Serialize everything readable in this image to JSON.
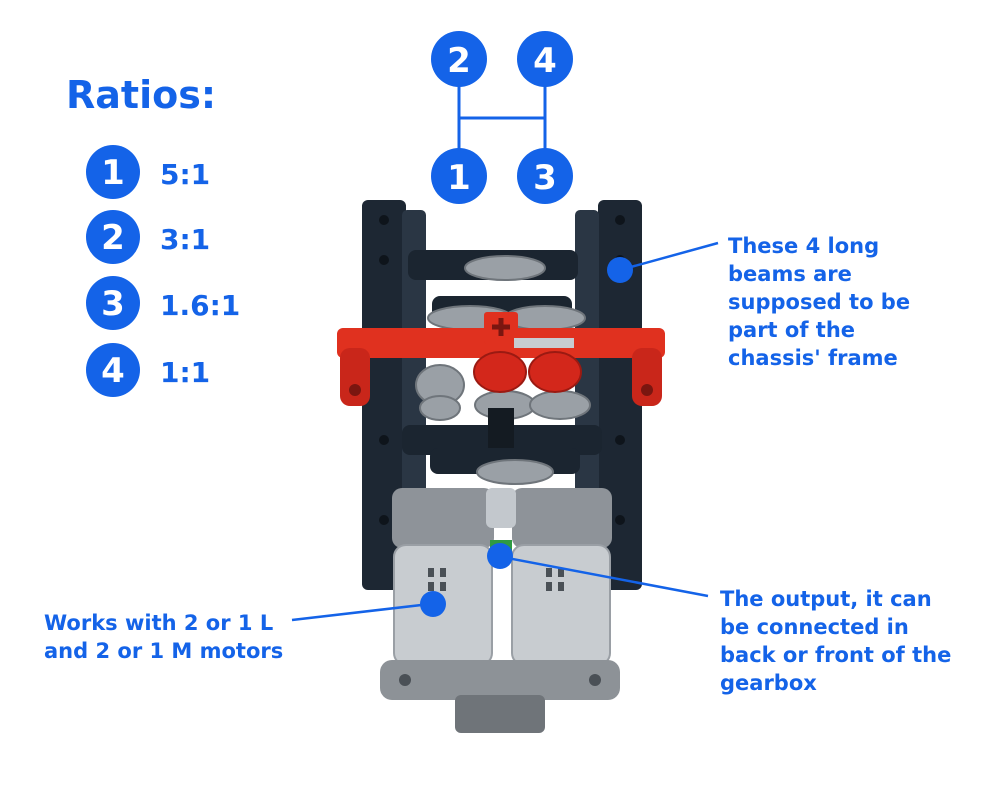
{
  "accent_color": "#1463e8",
  "ratios": {
    "title": "Ratios:",
    "items": [
      {
        "number": "1",
        "ratio": "5:1"
      },
      {
        "number": "2",
        "ratio": "3:1"
      },
      {
        "number": "3",
        "ratio": "1.6:1"
      },
      {
        "number": "4",
        "ratio": "1:1"
      }
    ]
  },
  "shift_pattern": {
    "top_left": "2",
    "top_right": "4",
    "bottom_left": "1",
    "bottom_right": "3"
  },
  "annotations": {
    "beams": [
      "These 4 long",
      "beams are",
      "supposed to be",
      "part of the",
      "chassis' frame"
    ],
    "motors": [
      "Works with 2 or 1 L",
      "and 2 or 1 M motors"
    ],
    "output": [
      "The output, it can",
      "be connected in",
      "back or front of the",
      "gearbox"
    ]
  },
  "icons": [
    "gearbox-model-illustration"
  ]
}
